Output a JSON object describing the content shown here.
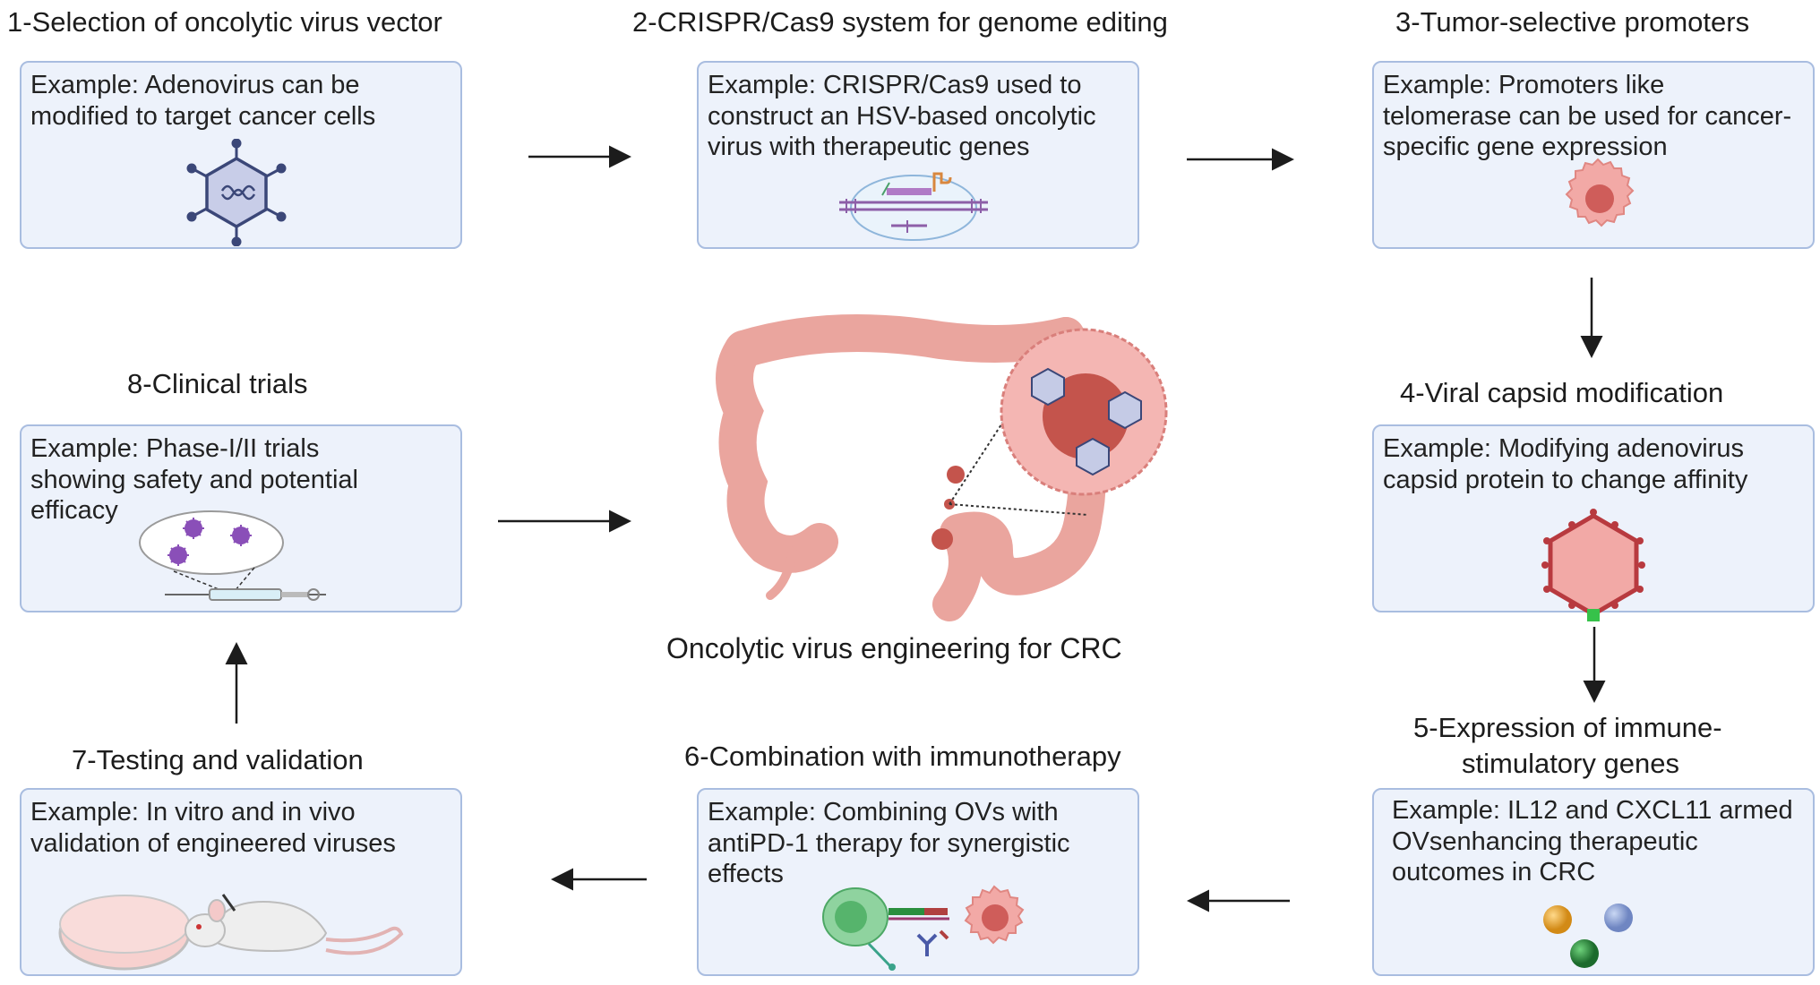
{
  "steps": [
    {
      "title": "1-Selection of oncolytic virus vector",
      "text": "Example: Adenovirus can be modified to target cancer cells",
      "icon": "adenovirus-icon"
    },
    {
      "title": "2-CRISPR/Cas9 system for genome editing",
      "text": "Example: CRISPR/Cas9 used to construct an HSV-based oncolytic virus with therapeutic genes",
      "icon": "crispr-dna-icon"
    },
    {
      "title": "3-Tumor-selective promoters",
      "text": "Example: Promoters like telomerase can be used for cancer-specific gene expression",
      "icon": "tumor-cell-icon"
    },
    {
      "title": "4-Viral capsid modification",
      "text": "Example: Modifying adenovirus capsid protein to change affinity",
      "icon": "capsid-icon"
    },
    {
      "title": "5-Expression of immune-stimulatory genes",
      "title_line1": "5-Expression of immune-",
      "title_line2": "stimulatory genes",
      "text": "Example: IL12 and CXCL11 armed OVsenhancing therapeutic outcomes in CRC",
      "icon": "cytokine-spheres-icon"
    },
    {
      "title": "6-Combination with immunotherapy",
      "text": "Example: Combining OVs with antiPD-1 therapy for synergistic effects",
      "icon": "t-cell-tumor-icon"
    },
    {
      "title": "7-Testing and validation",
      "text": "Example: In vitro and in vivo validation of engineered viruses",
      "icon": "petri-dish-mouse-icon"
    },
    {
      "title": "8-Clinical trials",
      "text": "Example: Phase-I/II trials showing safety and potential efficacy",
      "icon": "syringe-virus-icon"
    }
  ],
  "center": {
    "caption": "Oncolytic virus engineering for CRC",
    "icon": "colon-tumor-icon"
  },
  "colors": {
    "box_fill": "#edf2fb",
    "box_border": "#a9bde0",
    "colon": "#eaa59e",
    "tumor": "#c4544c",
    "virus": "#c5cbe6"
  }
}
